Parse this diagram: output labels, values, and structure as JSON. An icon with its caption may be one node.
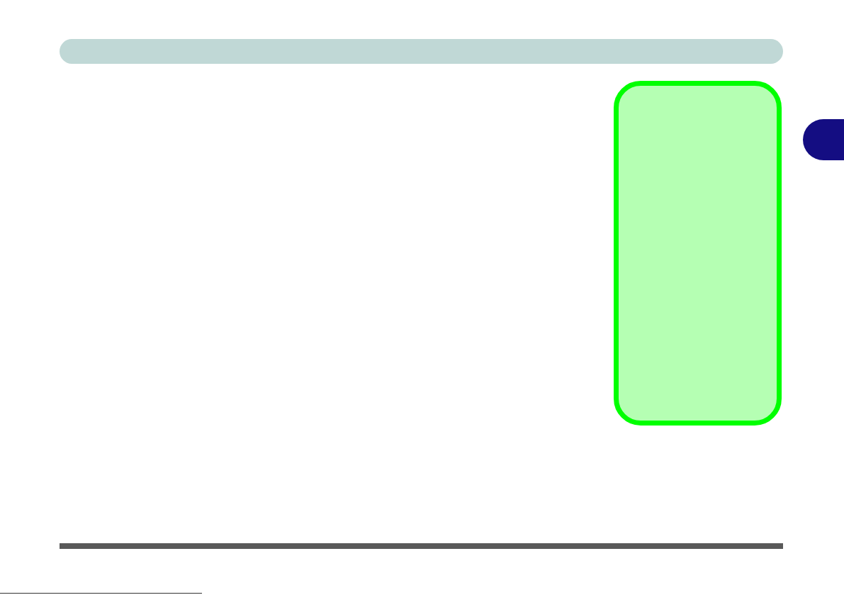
{
  "diagram": {
    "nodes": [
      {
        "text": [],
        "shape": "bar"
      },
      {
        "text": [],
        "shape": "box"
      },
      {
        "text": [],
        "shape": "tab"
      }
    ]
  }
}
